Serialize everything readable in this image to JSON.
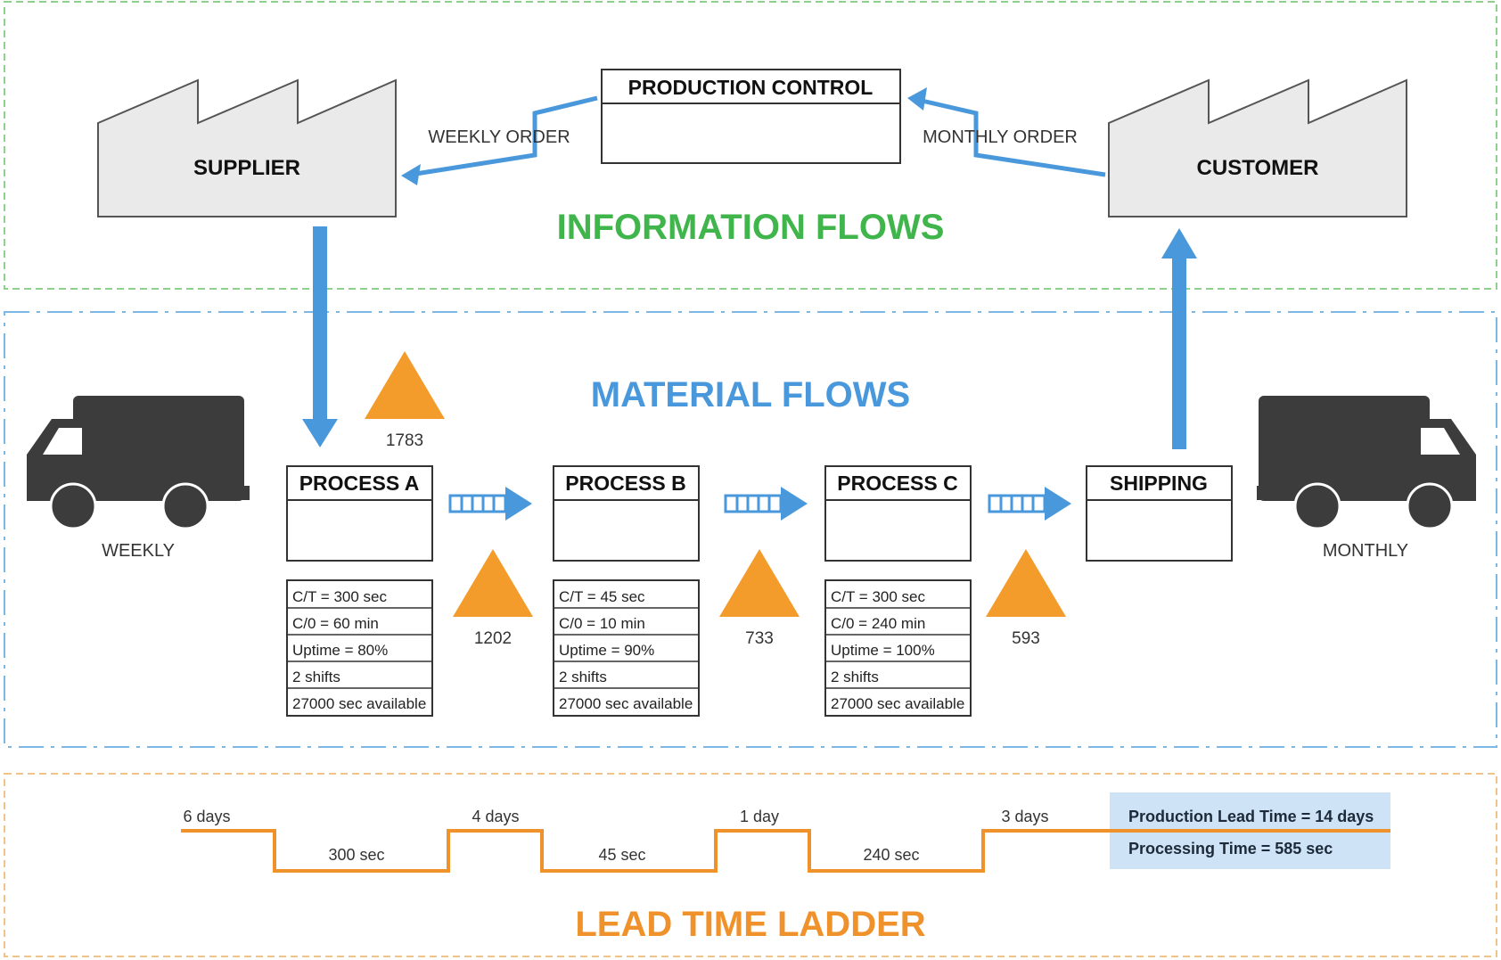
{
  "sections": {
    "information_title": "INFORMATION FLOWS",
    "material_title": "MATERIAL FLOWS",
    "ladder_title": "LEAD TIME LADDER"
  },
  "colors": {
    "info_green": "#3fb54b",
    "material_blue": "#4a98dc",
    "ladder_orange": "#f0922b",
    "arrow_blue": "#4a98dc",
    "inventory_orange": "#f39c2c",
    "truck_gray": "#3c3c3c",
    "factory_fill": "#eaeaea",
    "summary_fill": "#cfe3f6"
  },
  "info": {
    "production_control": "PRODUCTION CONTROL",
    "supplier": "SUPPLIER",
    "customer": "CUSTOMER",
    "weekly_order": "WEEKLY ORDER",
    "monthly_order": "MONTHLY ORDER"
  },
  "trucks": {
    "left_label": "WEEKLY",
    "right_label": "MONTHLY"
  },
  "inventory": {
    "first": "1783",
    "a_b": "1202",
    "b_c": "733",
    "c_ship": "593"
  },
  "processes": [
    {
      "name": "PROCESS A",
      "rows": [
        "C/T = 300 sec",
        "C/0 = 60 min",
        "Uptime = 80%",
        "2 shifts",
        "27000 sec available"
      ]
    },
    {
      "name": "PROCESS B",
      "rows": [
        "C/T = 45 sec",
        "C/0 = 10 min",
        "Uptime = 90%",
        "2 shifts",
        "27000 sec available"
      ]
    },
    {
      "name": "PROCESS C",
      "rows": [
        "C/T = 300 sec",
        "C/0 = 240 min",
        "Uptime = 100%",
        "2 shifts",
        "27000 sec available"
      ]
    }
  ],
  "shipping": "SHIPPING",
  "ladder": {
    "days": [
      "6 days",
      "4 days",
      "1 day",
      "3 days"
    ],
    "secs": [
      "300 sec",
      "45 sec",
      "240 sec"
    ],
    "summary": {
      "lead_time": "Production Lead Time = 14 days",
      "processing_time": "Processing Time = 585 sec"
    }
  }
}
